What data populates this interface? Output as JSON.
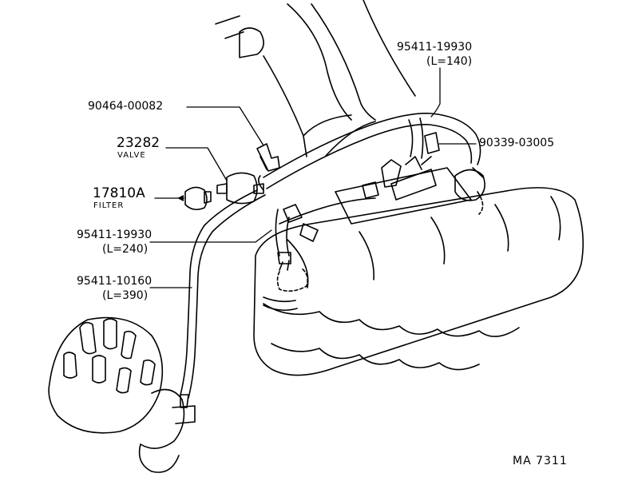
{
  "callouts": {
    "hose_upper": {
      "part_no": "95411-19930",
      "length": "(L=140)"
    },
    "clip": {
      "part_no": "90464-00082"
    },
    "valve": {
      "part_no": "23282",
      "name": "VALVE"
    },
    "connector": {
      "part_no": "90339-03005"
    },
    "filter": {
      "part_no": "17810A",
      "name": "FILTER"
    },
    "hose_middle": {
      "part_no": "95411-19930",
      "length": "(L=240)"
    },
    "hose_lower": {
      "part_no": "95411-10160",
      "length": "(L=390)"
    }
  },
  "drawing_ref": "MA 7311",
  "colors": {
    "ink": "#000000",
    "paper": "#ffffff"
  }
}
